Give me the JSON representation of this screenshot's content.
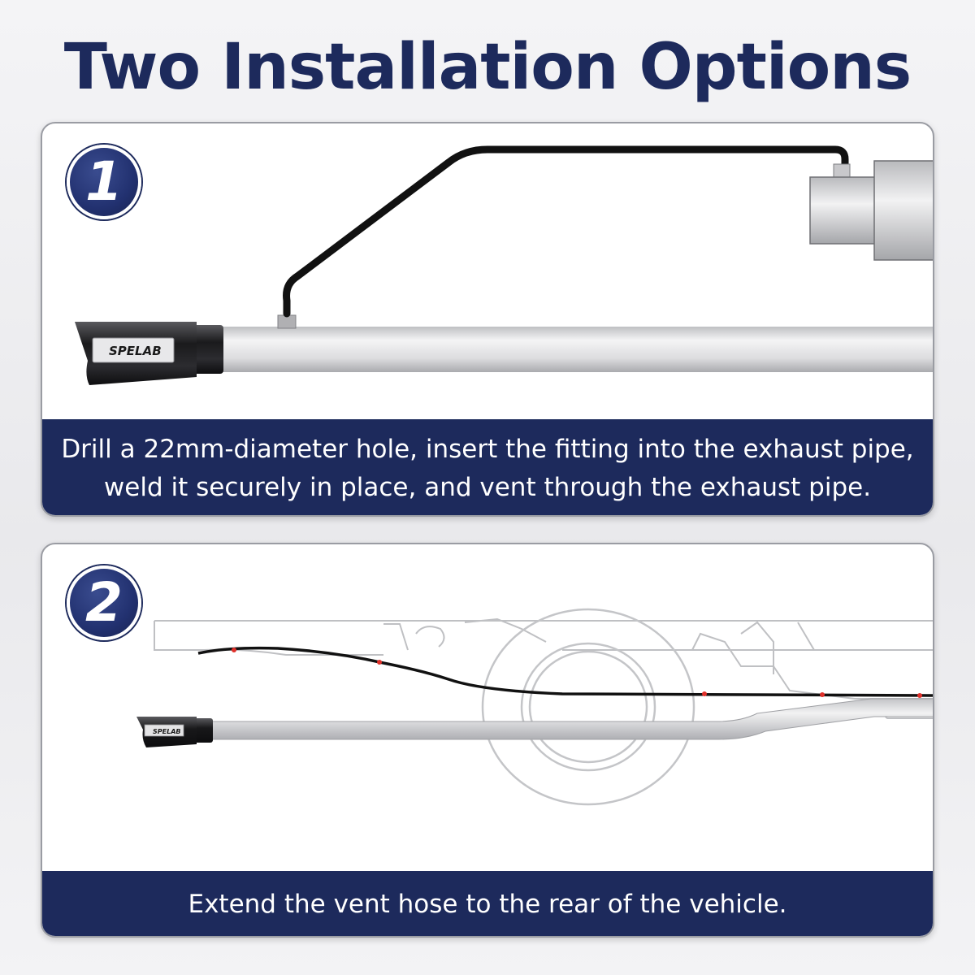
{
  "page": {
    "title": "Two Installation Options"
  },
  "options": [
    {
      "number": "1",
      "caption_line1": "Drill a 22mm-diameter hole, insert the fitting into the exhaust pipe,",
      "caption_line2": "weld it securely in place, and vent through the exhaust pipe."
    },
    {
      "number": "2",
      "caption_line1": "Extend the vent hose to the rear of the vehicle."
    }
  ],
  "brand": {
    "logo_text": "SPELAB"
  },
  "colors": {
    "navy": "#1d2a5c",
    "hose": "#111111",
    "pipe": "#d8d8da",
    "clip_marker": "#e0302a"
  }
}
